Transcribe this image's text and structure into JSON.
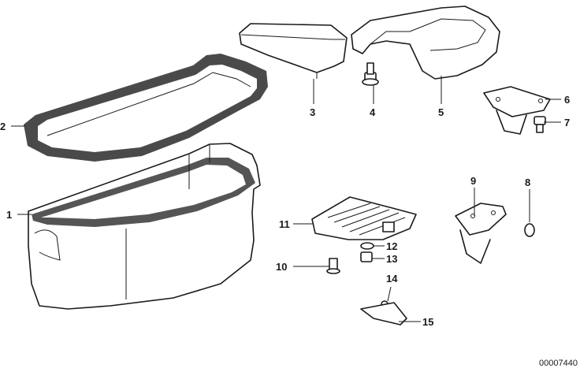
{
  "diagram": {
    "reference_code": "00007440",
    "parts": [
      {
        "number": "1"
      },
      {
        "number": "2"
      },
      {
        "number": "3"
      },
      {
        "number": "4"
      },
      {
        "number": "5"
      },
      {
        "number": "6"
      },
      {
        "number": "7"
      },
      {
        "number": "8"
      },
      {
        "number": "9"
      },
      {
        "number": "10"
      },
      {
        "number": "11"
      },
      {
        "number": "12"
      },
      {
        "number": "13"
      },
      {
        "number": "14"
      },
      {
        "number": "15"
      }
    ]
  }
}
